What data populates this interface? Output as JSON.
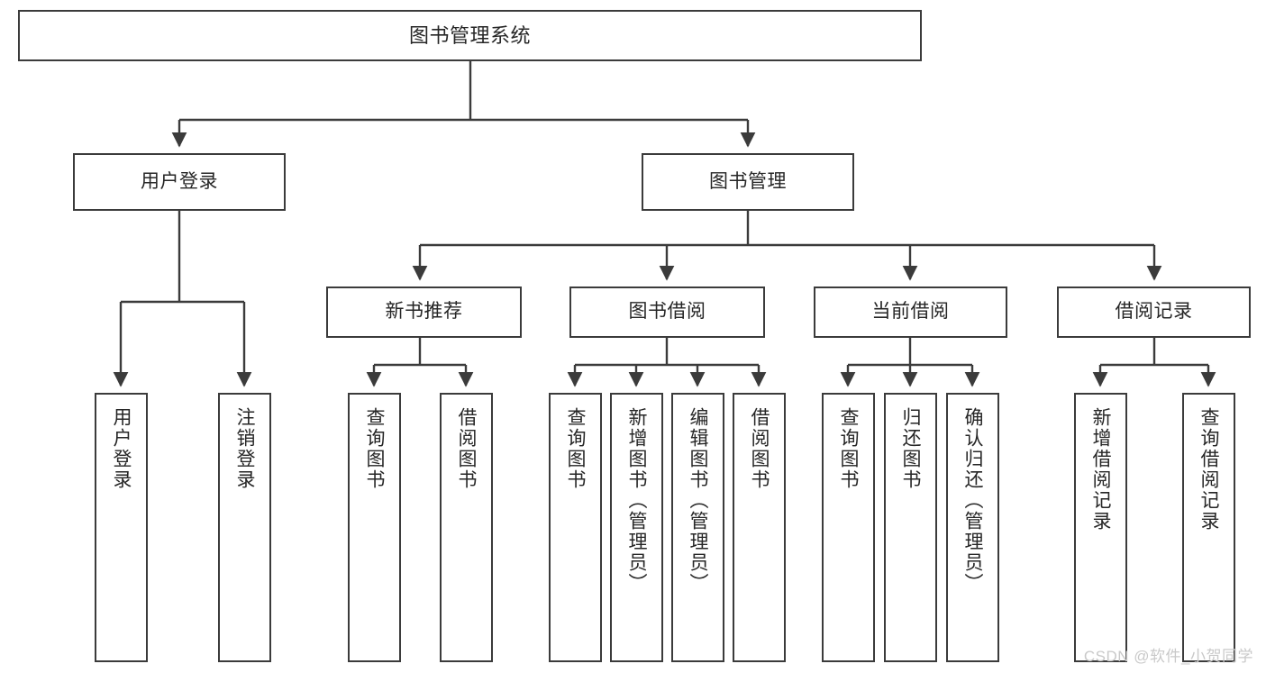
{
  "diagram": {
    "title": "图书管理系统",
    "watermark": "CSDN @软件_小贺同学",
    "colors": {
      "stroke": "#3b3b3b",
      "text": "#262626",
      "background": "#ffffff",
      "watermark": "#c9c9c9"
    },
    "root": {
      "label": "图书管理系统"
    },
    "level1": [
      {
        "label": "用户登录"
      },
      {
        "label": "图书管理"
      }
    ],
    "level2": [
      {
        "label": "新书推荐"
      },
      {
        "label": "图书借阅"
      },
      {
        "label": "当前借阅"
      },
      {
        "label": "借阅记录"
      }
    ],
    "leaves": {
      "user_login": [
        {
          "label": "用户登录"
        },
        {
          "label": "注销登录"
        }
      ],
      "new_book_recommend": [
        {
          "label": "查询图书"
        },
        {
          "label": "借阅图书"
        }
      ],
      "book_borrow": [
        {
          "label": "查询图书"
        },
        {
          "label": "新增图书（管理员）"
        },
        {
          "label": "编辑图书（管理员）"
        },
        {
          "label": "借阅图书"
        }
      ],
      "current_borrow": [
        {
          "label": "查询图书"
        },
        {
          "label": "归还图书"
        },
        {
          "label": "确认归还（管理员）"
        }
      ],
      "borrow_record": [
        {
          "label": "新增借阅记录"
        },
        {
          "label": "查询借阅记录"
        }
      ]
    }
  }
}
